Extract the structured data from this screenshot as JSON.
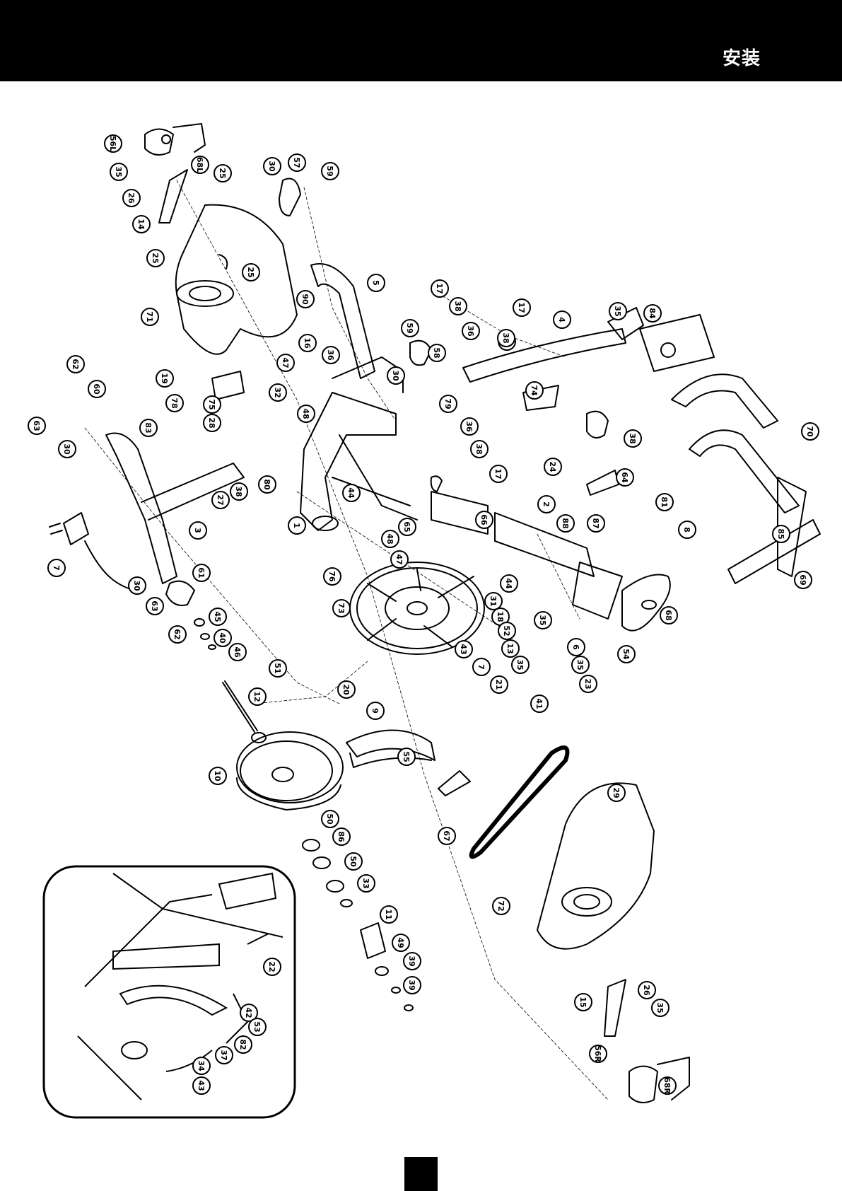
{
  "header": {
    "title": "安装",
    "background": "#000000",
    "text_color": "#ffffff"
  },
  "diagram": {
    "callouts": [
      "56L",
      "68L",
      "35",
      "26",
      "14",
      "25",
      "25",
      "25",
      "71",
      "30",
      "57",
      "59",
      "90",
      "16",
      "36",
      "5",
      "47",
      "32",
      "48",
      "19",
      "78",
      "83",
      "75",
      "28",
      "80",
      "62",
      "60",
      "63",
      "30",
      "3",
      "27",
      "38",
      "1",
      "44",
      "65",
      "66",
      "48",
      "47",
      "2",
      "88",
      "87",
      "76",
      "73",
      "17",
      "59",
      "58",
      "38",
      "36",
      "36",
      "17",
      "38",
      "30",
      "79",
      "4",
      "35",
      "84",
      "74",
      "36",
      "38",
      "17",
      "24",
      "38",
      "64",
      "70",
      "81",
      "8",
      "85",
      "69",
      "68",
      "44",
      "31",
      "18",
      "52",
      "35",
      "13",
      "6",
      "35",
      "35",
      "23",
      "41",
      "54",
      "43",
      "7",
      "21",
      "20",
      "9",
      "55",
      "12",
      "51",
      "45",
      "40",
      "46",
      "61",
      "30",
      "63",
      "62",
      "7",
      "10",
      "50",
      "86",
      "50",
      "33",
      "11",
      "49",
      "39",
      "39",
      "67",
      "29",
      "72",
      "15",
      "26",
      "35",
      "56R",
      "68R",
      "22",
      "42",
      "53",
      "82",
      "37",
      "34",
      "43"
    ]
  }
}
